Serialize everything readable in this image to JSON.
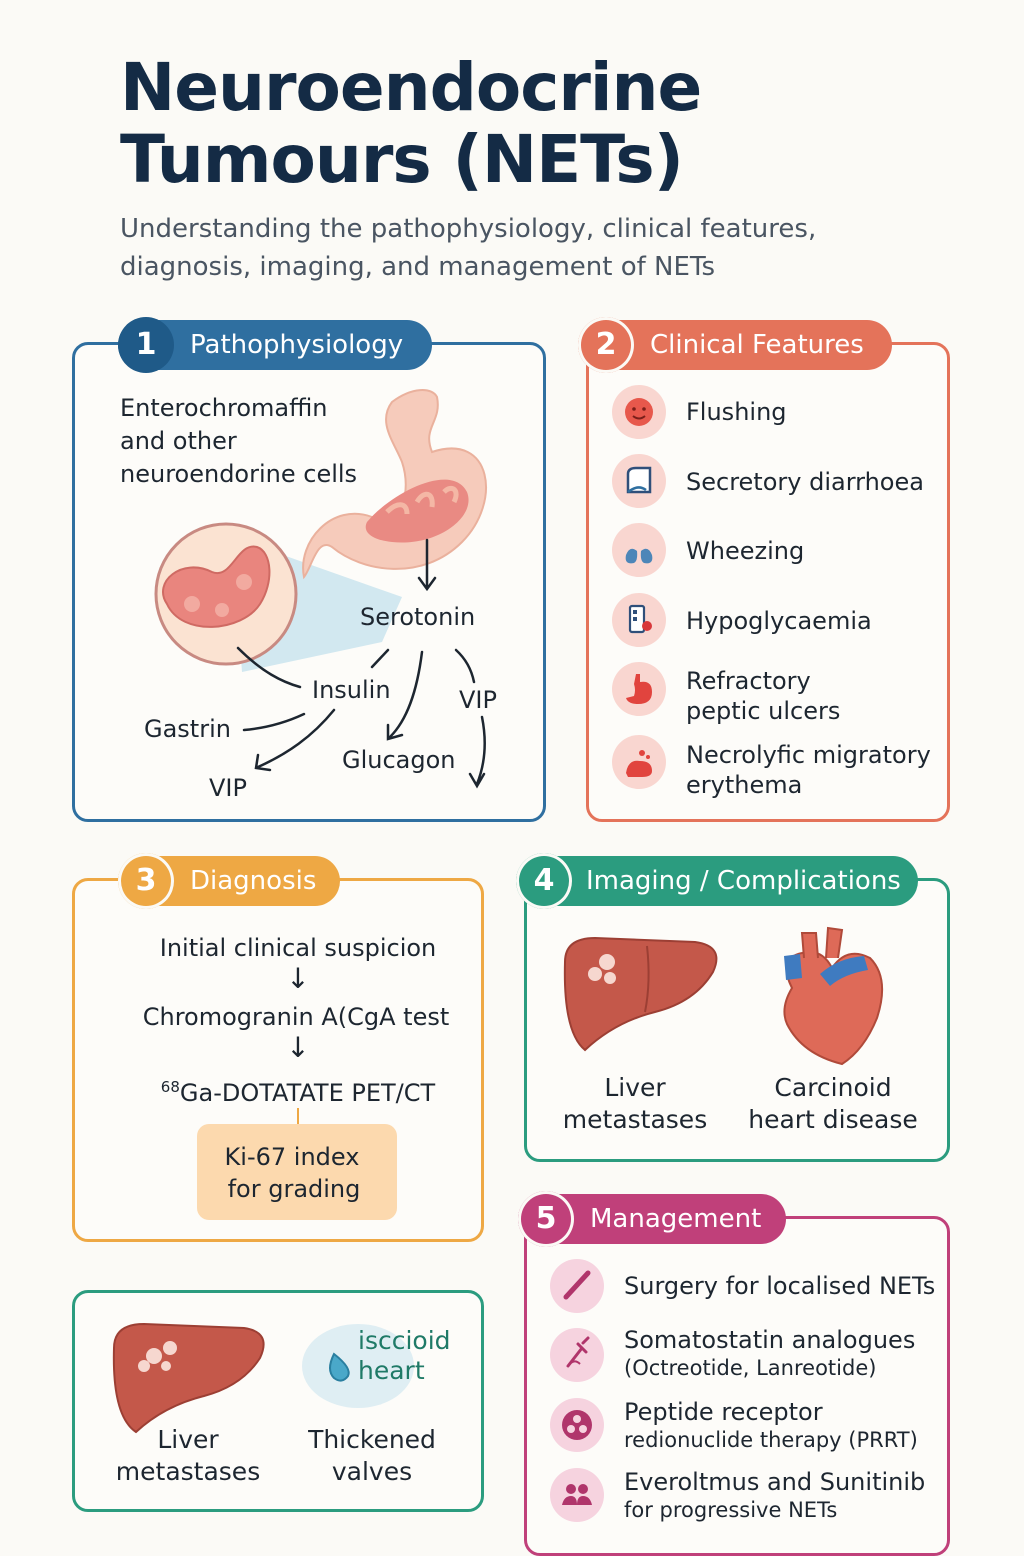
{
  "header": {
    "title_line1": "Neuroendocrine",
    "title_line2": "Tumours (NETs)",
    "subtitle_line1": "Understanding the pathophysiology, clinical features,",
    "subtitle_line2": "diagnosis, imaging, and management of NETs"
  },
  "colors": {
    "navy": "#142b45",
    "blue": "#2f6fa0",
    "coral": "#e4735a",
    "orange": "#eea844",
    "teal": "#2b9c7f",
    "magenta": "#c0407a"
  },
  "sections": {
    "pathophysiology": {
      "number": "1",
      "label": "Pathophysiology",
      "cells_line1": "Enterochromaffin",
      "cells_line2": "and other",
      "cells_line3": "neuroendorine cells",
      "hormones": {
        "serotonin": "Serotonin",
        "insulin": "Insulin",
        "vip_right": "VIP",
        "gastrin": "Gastrin",
        "glucagon": "Glucagon",
        "vip_left": "VIP"
      }
    },
    "clinical_features": {
      "number": "2",
      "label": "Clinical Features",
      "items": [
        {
          "line1": "Flushing",
          "line2": "",
          "icon": "flushed-face-icon"
        },
        {
          "line1": "Secretory diarrhoea",
          "line2": "",
          "icon": "toilet-paper-icon"
        },
        {
          "line1": "Wheezing",
          "line2": "",
          "icon": "lungs-icon"
        },
        {
          "line1": "Hypoglycaemia",
          "line2": "",
          "icon": "glucometer-icon"
        },
        {
          "line1": "Refractory",
          "line2": "peptic ulcers",
          "icon": "stomach-icon"
        },
        {
          "line1": "Necrolyfic migratory",
          "line2": "erythema",
          "icon": "rash-icon"
        }
      ]
    },
    "diagnosis": {
      "number": "3",
      "label": "Diagnosis",
      "step1": "Initial clinical suspicion",
      "step2": "Chromogranin A(CgA test",
      "step3_sup": "68",
      "step3": "Ga-DOTATATE PET/CT",
      "ki67_line1": "Ki-67 index",
      "ki67_line2": "for grading"
    },
    "imaging": {
      "number": "4",
      "label": "Imaging / Complications",
      "liver_line1": "Liver",
      "liver_line2": "metastases",
      "heart_line1": "Carcinoid",
      "heart_line2": "heart disease"
    },
    "imaging_extra": {
      "liver_line1": "Liver",
      "liver_line2": "metastases",
      "badge_line1": "isccioid",
      "badge_line2": "heart",
      "valves_line1": "Thickened",
      "valves_line2": "valves"
    },
    "management": {
      "number": "5",
      "label": "Management",
      "items": [
        {
          "line1": "Surgery for localised NETs",
          "line2": "",
          "icon": "scalpel-icon"
        },
        {
          "line1": "Somatostatin analogues",
          "line2": "(Octreotide, Lanreotide)",
          "icon": "injection-icon"
        },
        {
          "line1": "Peptide receptor",
          "line2": "redionuclide therapy (PRRT)",
          "icon": "radiation-icon"
        },
        {
          "line1": "Everoltmus and Sunitinib",
          "line2": "for progressive NETs",
          "icon": "people-icon"
        }
      ]
    }
  }
}
